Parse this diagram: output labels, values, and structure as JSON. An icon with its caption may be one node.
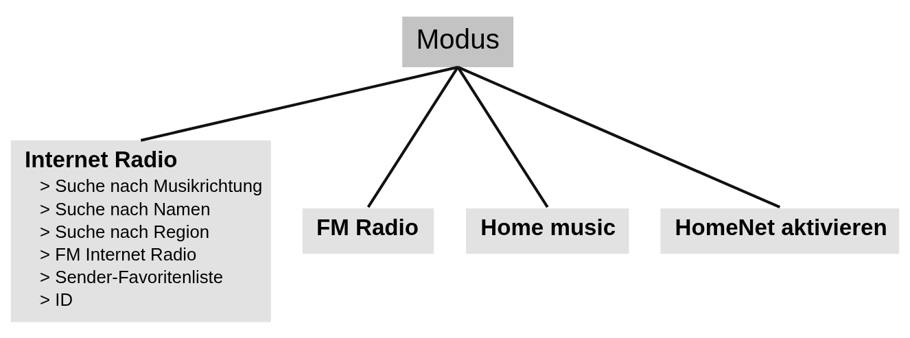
{
  "diagram": {
    "nodes": [
      {
        "text": [
          "Modus"
        ]
      },
      {
        "text": [
          "Internet Radio",
          "> Suche nach Musikrichtung",
          "> Suche nach Namen",
          "> Suche nach Region",
          "> FM Internet Radio",
          "> Sender-Favoritenliste",
          "> ID"
        ]
      },
      {
        "text": [
          "FM Radio"
        ]
      },
      {
        "text": [
          "Home music"
        ]
      },
      {
        "text": [
          "HomeNet aktivieren"
        ]
      }
    ],
    "edges": [
      {
        "from": 0,
        "to": 1,
        "arrow": "none"
      },
      {
        "from": 0,
        "to": 2,
        "arrow": "none"
      },
      {
        "from": 0,
        "to": 3,
        "arrow": "none"
      },
      {
        "from": 0,
        "to": 4,
        "arrow": "none"
      }
    ]
  }
}
